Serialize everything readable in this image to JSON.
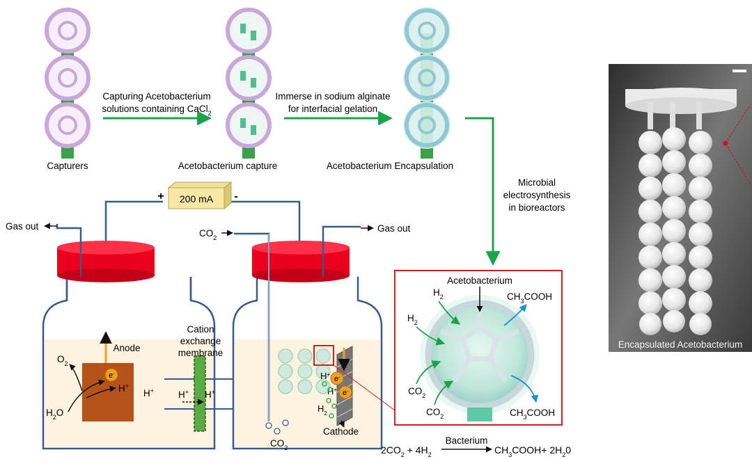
{
  "top_row": {
    "capturers_label": "Capturers",
    "capture_label": "Acetobacterium capture",
    "encapsulation_label": "Acetobacterium Encapsulation",
    "step1_line1": "Capturing Acetobacterium",
    "step1_line2_prefix": "solutions containing CaCl",
    "step1_line2_sub": "2",
    "step2_line1": "Immerse in sodium alginate",
    "step2_line2": "for interfacial gelation"
  },
  "side_step": {
    "line1": "Microbial",
    "line2": "electrosynthesis",
    "line3": "in bioreactors"
  },
  "reactor": {
    "power_label": "200 mA",
    "plus": "+",
    "minus": "-",
    "gas_out_left": "Gas out",
    "gas_out_right": "Gas out",
    "co2_in": "CO",
    "co2_in_sub": "2",
    "membrane_line1": "Cation",
    "membrane_line2": "exchange",
    "membrane_line3": "membrane",
    "anode_label": "Anode",
    "cathode_label": "Cathode",
    "o2": "O",
    "o2_sub": "2",
    "h2o": "H",
    "h2o_sub": "2",
    "h2o_tail": "O",
    "hplus": "H",
    "plus_sup": "+",
    "electron": "e",
    "electron_sup": "-",
    "h2": "H",
    "h2_sub": "2",
    "co2_bubble": "CO",
    "co2_bubble_sub": "2"
  },
  "inset": {
    "bacterium_label": "Acetobacterium",
    "h2_a": "H",
    "h2_b": "H",
    "sub2": "2",
    "co2_a": "CO",
    "co2_b": "CO",
    "product_top": "CH",
    "product_bottom": "CH",
    "product_sub": "3",
    "product_tail": "COOH"
  },
  "equation": {
    "left": "2CO",
    "left_sub": "2",
    "mid": " + 4H",
    "mid_sub": "2",
    "catalyst": "Bacterium",
    "right": "CH",
    "right_sub": "3",
    "right_tail": "COOH+ 2H",
    "right_sub2": "2",
    "right_end": "0"
  },
  "photo": {
    "caption": "Encapsulated Acetobacterium"
  },
  "colors": {
    "arrow_green": "#1aa34a",
    "lid_red": "#e8001c",
    "wire_blue": "#3a5a8c",
    "frame_pink": "#c9a7d9",
    "rod_green": "#3aa04a",
    "anode_brown": "#b5531a",
    "electron_orange": "#f0a020",
    "liquid": "#fdf3df",
    "inset_border": "#d31f1f",
    "power_box": "#f7e8a6"
  }
}
